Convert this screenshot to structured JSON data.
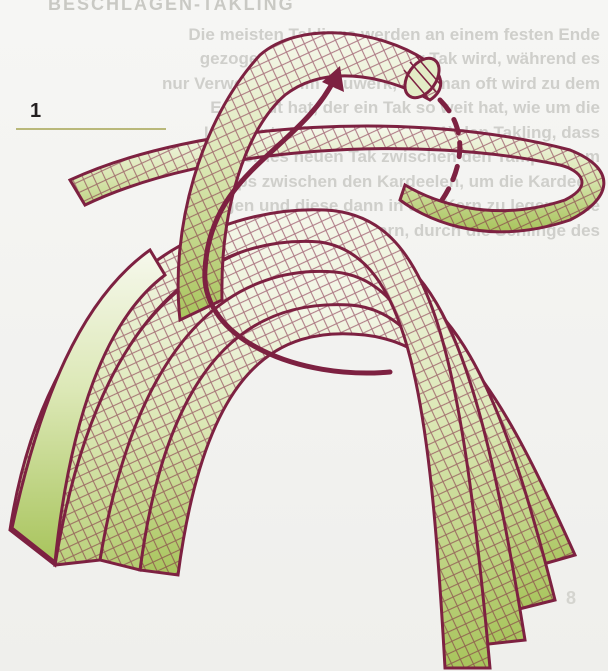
{
  "ghost_text": {
    "heading": "BESCHLAGEN-TAKLING",
    "lines": [
      "Die meisten Taklings werden an einem festen Ende",
      "gezogen wird, ist ihr sauber Tak wird, während es",
      "nur Verwendung im Tauwerk, das man oft wird zu dem",
      "Ende gut hat, der ein Tak so weit hat, wie um die",
      "Liegt unter der Takling (Abb. 1) den Takling, dass",
      "ein ernes neuen Tak zwischen den Tampen dem",
      "Taeps zwischen den Kardeelen, um die Kardeele",
      "folgen und diese dann in den Kern zu legen. Eine",
      "erste Schritt auf dem Garn, durch die Schlinge des"
    ],
    "footnote": "8"
  },
  "diagram": {
    "step_number": "1",
    "colors": {
      "outline": "#7d2141",
      "rope_light": "#f4f7e7",
      "rope_mid": "#d3e3a6",
      "rope_dark": "#a9c660",
      "weave": "#7d2141",
      "arrow": "#7d2141",
      "leader": "#b9b87a"
    }
  }
}
